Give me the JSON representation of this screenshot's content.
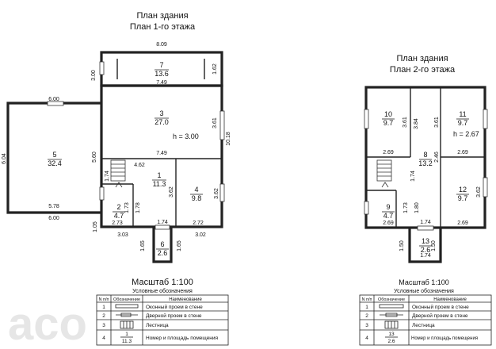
{
  "plan1": {
    "title_line1": "План здания",
    "title_line2": "План 1-го этажа",
    "dimensions": {
      "top_width": "8.09",
      "left_height": "3.00",
      "ext_width": "6.00",
      "ext_height": "6.04",
      "ext_inner_height": "5.60",
      "ext_bottom": "5.78",
      "ext_bottom2": "6.00",
      "room7_right": "1.62",
      "room7_width": "7.49",
      "mid_right_a": "3.61",
      "mid_right_b": "10.18",
      "mid_width": "7.49",
      "corridor": "4.62",
      "stair_w": "1.74",
      "r4_h": "3.62",
      "r1_h": "3.62",
      "r2_h": "1.78",
      "r2_v": "1.73",
      "r2_w": "2.73",
      "bot_mid": "1.74",
      "r4_w": "2.72",
      "left_low": "1.05",
      "bot_left": "3.03",
      "bot_right": "3.02",
      "porch_l": "1.65",
      "porch_r": "1.65"
    },
    "height_note": "h = 3.00",
    "rooms": [
      {
        "num": "7",
        "area": "13.6"
      },
      {
        "num": "3",
        "area": "27.0"
      },
      {
        "num": "5",
        "area": "32.4"
      },
      {
        "num": "1",
        "area": "11.3"
      },
      {
        "num": "4",
        "area": "9.8"
      },
      {
        "num": "2",
        "area": "4.7"
      },
      {
        "num": "6",
        "area": "2.6"
      }
    ],
    "scale": "Масштаб 1:100",
    "legend": {
      "caption": "Условные обозначения",
      "header_num": "N п/п",
      "header_sym": "Обозначение",
      "header_name": "Наименование",
      "rows": [
        {
          "num": "1",
          "name": "Оконный проем в стене"
        },
        {
          "num": "2",
          "name": "Дверной проем в стене"
        },
        {
          "num": "3",
          "name": "Лестница"
        },
        {
          "num": "4",
          "name": "Номер и площадь помещения",
          "sym_top": "1",
          "sym_bottom": "11.3"
        }
      ]
    }
  },
  "plan2": {
    "title_line1": "План здания",
    "title_line2": "План 2-го этажа",
    "dimensions": {
      "r10_right": "3.61",
      "r8_left": "3.84",
      "r11_h": "3.61",
      "r10_w": "2.69",
      "r8_stair": "2.46",
      "r11_w": "2.69",
      "r8_v": "1.74",
      "r12_h": "3.62",
      "r9_h": "1.73",
      "r9_v": "1.80",
      "r9_w": "2.69",
      "mid_w": "1.74",
      "r12_w": "2.69",
      "balc_l": "1.50",
      "balc_r": "1.50",
      "balc_w": "1.74"
    },
    "height_note": "h = 2.67",
    "rooms": [
      {
        "num": "10",
        "area": "9.7"
      },
      {
        "num": "11",
        "area": "9.7"
      },
      {
        "num": "8",
        "area": "13.2"
      },
      {
        "num": "12",
        "area": "9.7"
      },
      {
        "num": "9",
        "area": "4.7"
      },
      {
        "num": "13",
        "area": "2.6"
      }
    ],
    "scale": "Масштаб 1:100",
    "legend": {
      "caption": "Условные обозначения",
      "header_num": "N п/п",
      "header_sym": "Обозначение",
      "header_name": "Наименование",
      "rows": [
        {
          "num": "1",
          "name": "Оконный проем в стене"
        },
        {
          "num": "2",
          "name": "Дверной проем в стене"
        },
        {
          "num": "3",
          "name": "Лестница"
        },
        {
          "num": "4",
          "name": "Номер и площадь помещения",
          "sym_top": "13",
          "sym_bottom": "2.6"
        }
      ]
    }
  },
  "watermark": "aco"
}
